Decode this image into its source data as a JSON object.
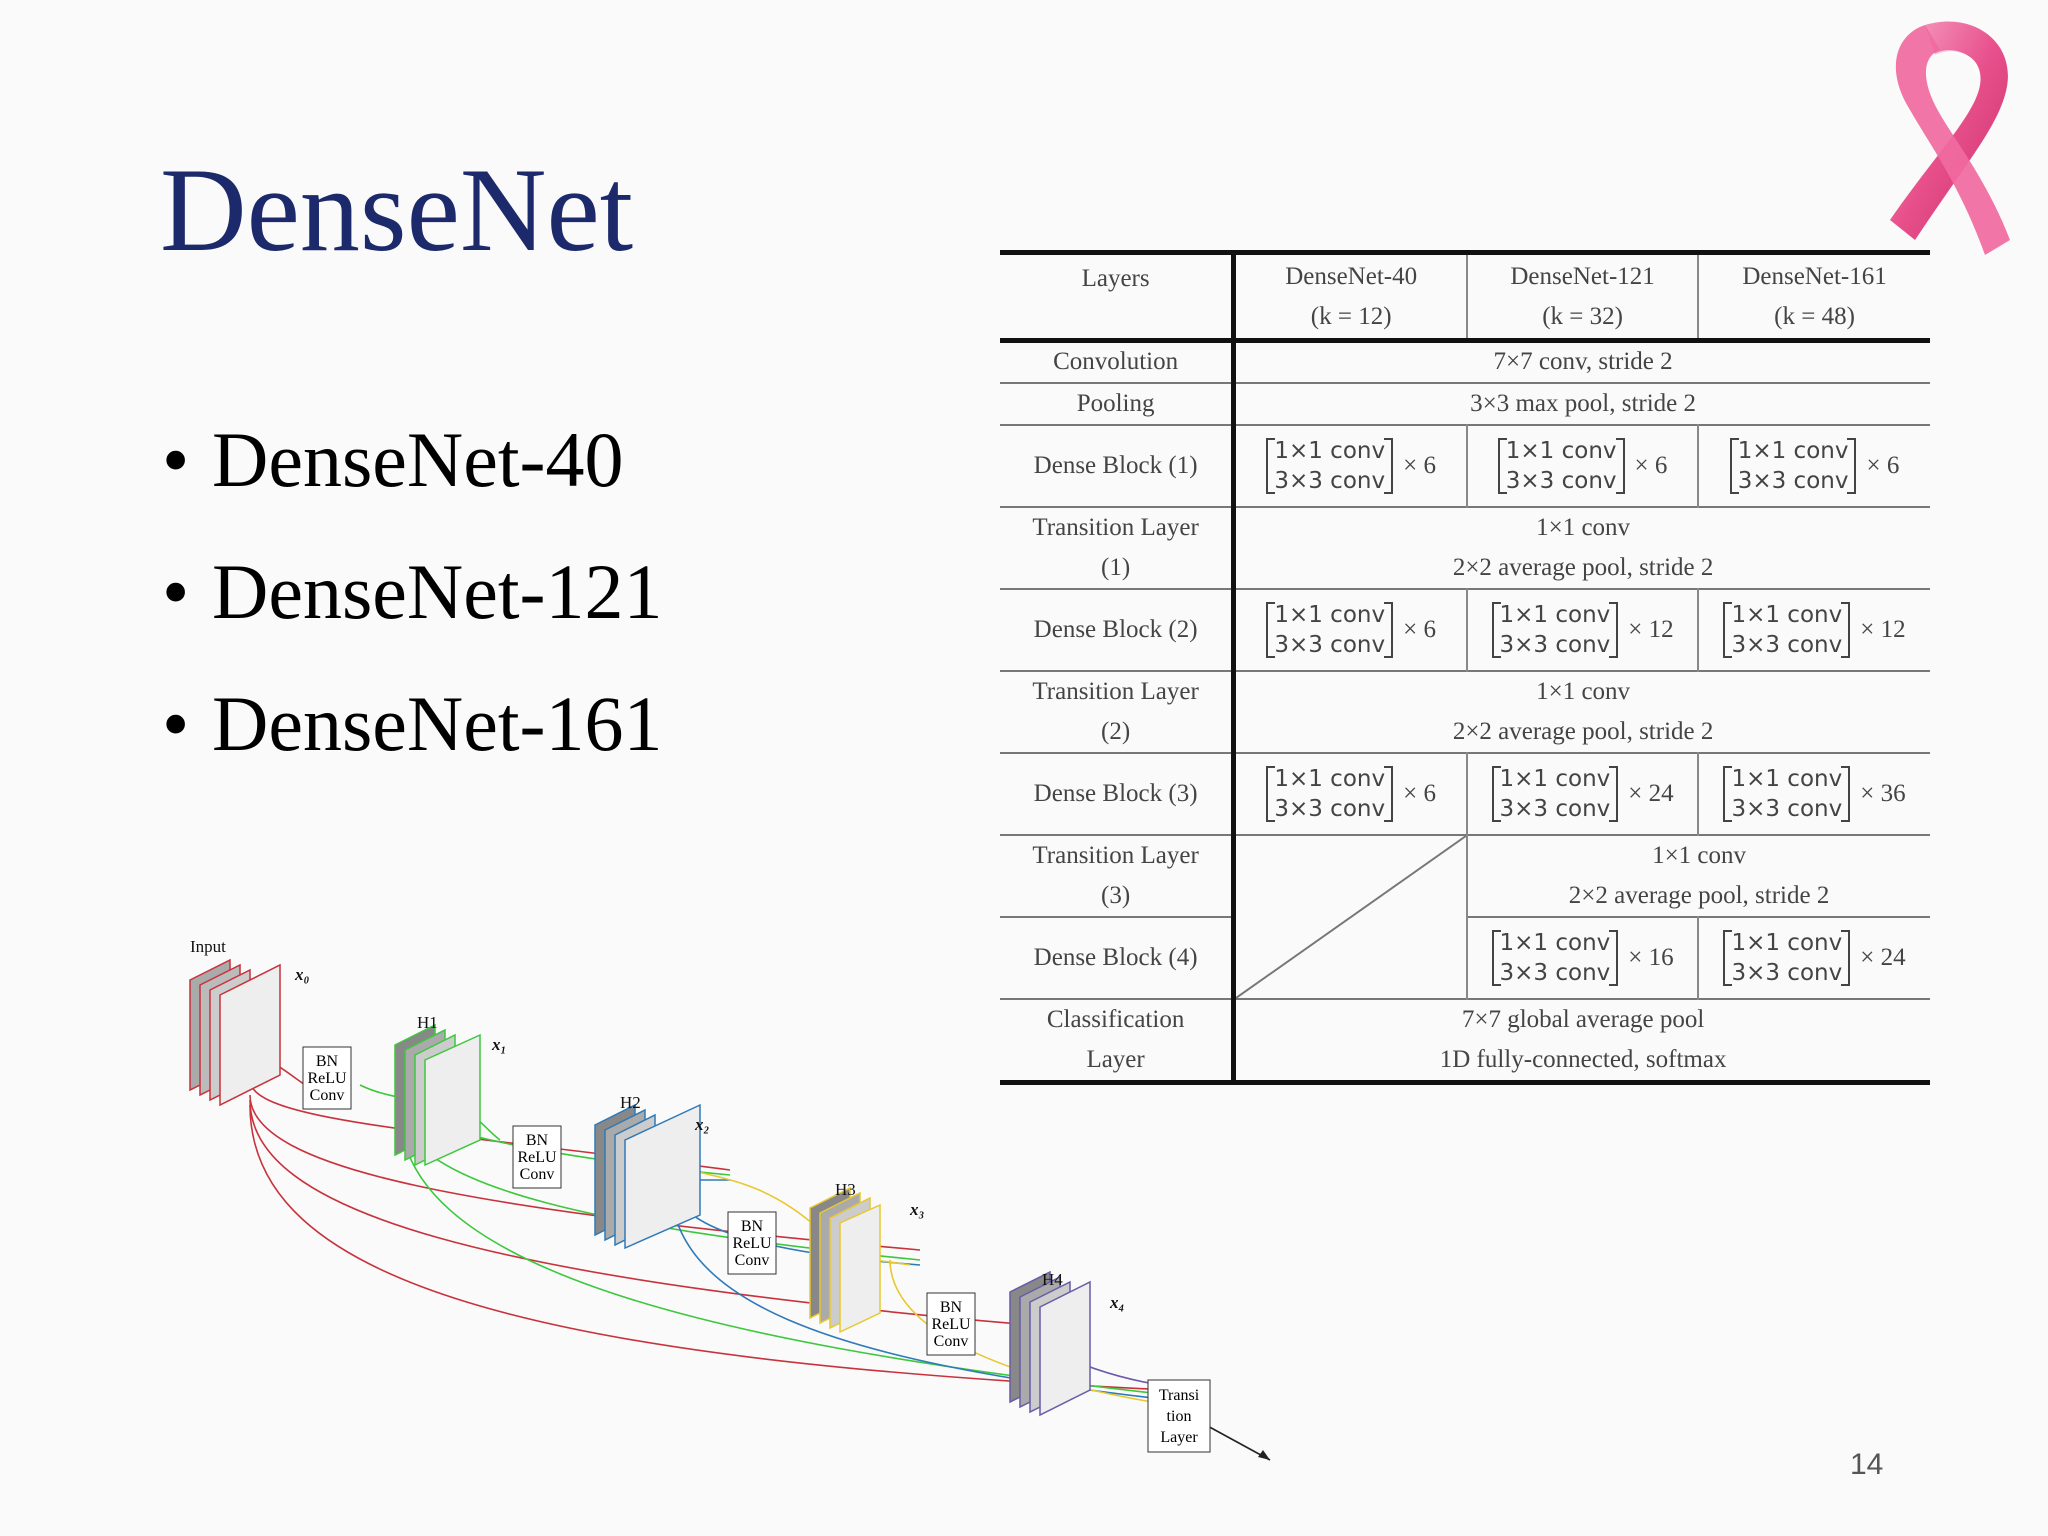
{
  "slide": {
    "title": "DenseNet",
    "bullets": [
      "DenseNet-40",
      "DenseNet-121",
      "DenseNet-161"
    ],
    "page_number": "14"
  },
  "table": {
    "header": {
      "layers": "Layers",
      "cols": [
        {
          "name": "DenseNet-40",
          "k": "(k = 12)"
        },
        {
          "name": "DenseNet-121",
          "k": "(k = 32)"
        },
        {
          "name": "DenseNet-161",
          "k": "(k = 48)"
        }
      ]
    },
    "convolution": {
      "label": "Convolution",
      "value": "7×7 conv, stride 2"
    },
    "pooling": {
      "label": "Pooling",
      "value": "3×3 max pool, stride 2"
    },
    "block_line1": "1×1 conv",
    "block_line2": "3×3 conv",
    "dense1": {
      "label": "Dense Block (1)",
      "mult": [
        "× 6",
        "× 6",
        "× 6"
      ]
    },
    "trans1": {
      "label1": "Transition Layer",
      "label2": "(1)",
      "line1": "1×1 conv",
      "line2": "2×2 average pool, stride 2"
    },
    "dense2": {
      "label": "Dense Block (2)",
      "mult": [
        "× 6",
        "× 12",
        "× 12"
      ]
    },
    "trans2": {
      "label1": "Transition Layer",
      "label2": "(2)",
      "line1": "1×1 conv",
      "line2": "2×2 average pool, stride 2"
    },
    "dense3": {
      "label": "Dense Block (3)",
      "mult": [
        "× 6",
        "× 24",
        "× 36"
      ]
    },
    "trans3": {
      "label1": "Transition Layer",
      "label2": "(3)",
      "line1": "1×1 conv",
      "line2": "2×2 average pool, stride 2"
    },
    "dense4": {
      "label": "Dense Block (4)",
      "mult": [
        "× 16",
        "× 24"
      ]
    },
    "classif": {
      "label1": "Classification",
      "label2": "Layer",
      "line1": "7×7 global average pool",
      "line2": "1D fully-connected, softmax"
    }
  },
  "diagram": {
    "input_label": "Input",
    "x_labels": [
      "x₀",
      "x₁",
      "x₂",
      "x₃",
      "x₄"
    ],
    "h_labels": [
      "H1",
      "H2",
      "H3",
      "H4"
    ],
    "op_lines": [
      "BN",
      "ReLU",
      "Conv"
    ],
    "transition_lines": [
      "Transi",
      "tion",
      "Layer"
    ],
    "colors": {
      "x0": "#c8323c",
      "x1": "#3cc83c",
      "x2": "#2f7ab8",
      "x3": "#e8c830",
      "x4": "#6a5aa8"
    }
  }
}
